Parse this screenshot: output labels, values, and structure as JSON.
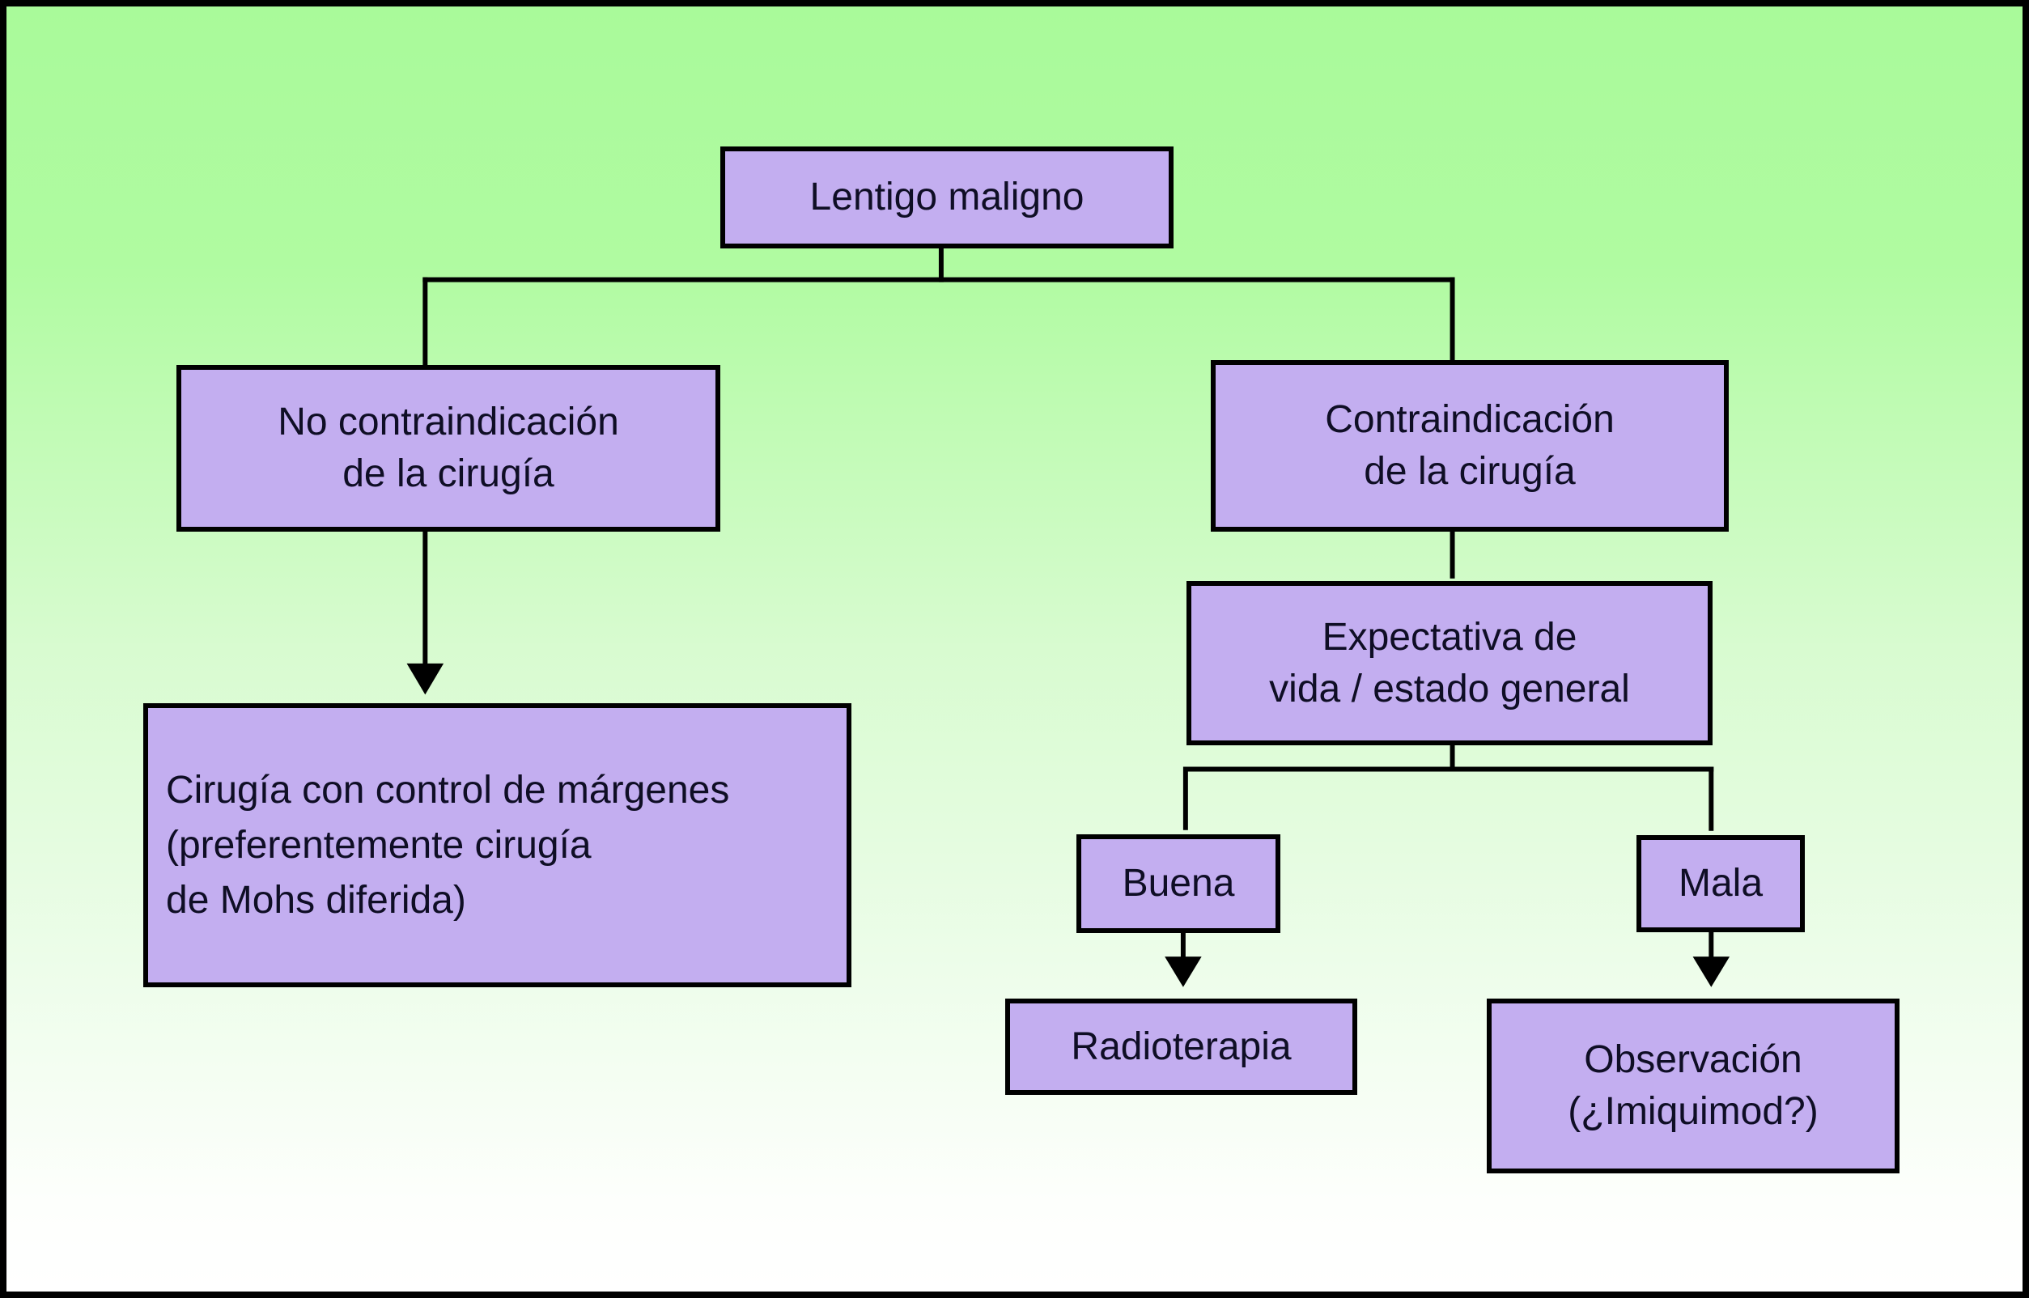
{
  "diagram": {
    "type": "flowchart",
    "colors": {
      "background_top": "#a9fa9a",
      "background_bottom": "#ffffff",
      "frame_border": "#000000",
      "node_fill": "#c3aef0",
      "node_border": "#000000",
      "node_text": "#0f0e25",
      "connector": "#000000"
    },
    "nodes": {
      "lentigo_maligno": {
        "label": "Lentigo maligno"
      },
      "no_contraindicacion": {
        "label": "No contraindicación\nde la cirugía"
      },
      "contraindicacion": {
        "label": "Contraindicación\nde la cirugía"
      },
      "cirugia_margenes": {
        "label": "Cirugía con control de márgenes\n(preferentemente cirugía\nde Mohs diferida)"
      },
      "expectativa": {
        "label": "Expectativa de\nvida / estado general"
      },
      "buena": {
        "label": "Buena"
      },
      "mala": {
        "label": "Mala"
      },
      "radioterapia": {
        "label": "Radioterapia"
      },
      "observacion": {
        "label": "Observación\n(¿Imiquimod?)"
      }
    },
    "edges": [
      {
        "from": "lentigo_maligno",
        "to": "no_contraindicacion",
        "arrowhead": false
      },
      {
        "from": "lentigo_maligno",
        "to": "contraindicacion",
        "arrowhead": false
      },
      {
        "from": "no_contraindicacion",
        "to": "cirugia_margenes",
        "arrowhead": true
      },
      {
        "from": "contraindicacion",
        "to": "expectativa",
        "arrowhead": false
      },
      {
        "from": "expectativa",
        "to": "buena",
        "arrowhead": false
      },
      {
        "from": "expectativa",
        "to": "mala",
        "arrowhead": false
      },
      {
        "from": "buena",
        "to": "radioterapia",
        "arrowhead": true
      },
      {
        "from": "mala",
        "to": "observacion",
        "arrowhead": true
      }
    ]
  }
}
